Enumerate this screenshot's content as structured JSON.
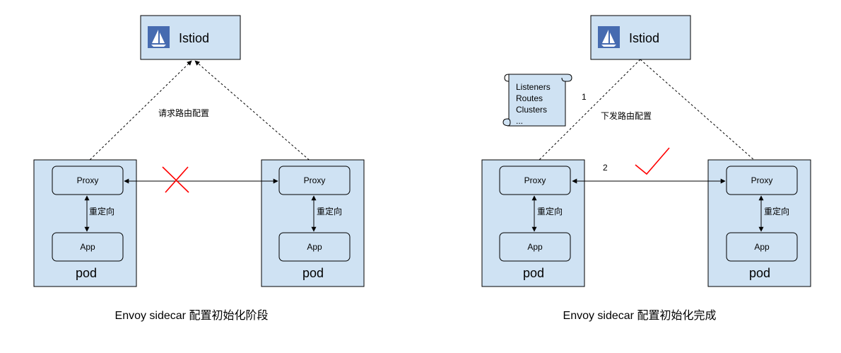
{
  "left": {
    "istiod_label": "Istiod",
    "request_label": "请求路由配置",
    "pod_a": {
      "proxy": "Proxy",
      "app": "App",
      "pod": "pod",
      "redirect": "重定向"
    },
    "pod_b": {
      "proxy": "Proxy",
      "app": "App",
      "pod": "pod",
      "redirect": "重定向"
    },
    "caption": "Envoy sidecar 配置初始化阶段"
  },
  "right": {
    "istiod_label": "Istiod",
    "scroll_lines": [
      "Listeners",
      "Routes",
      "Clusters",
      "..."
    ],
    "step1": "1",
    "deliver_label": "下发路由配置",
    "step2": "2",
    "pod_a": {
      "proxy": "Proxy",
      "app": "App",
      "pod": "pod",
      "redirect": "重定向"
    },
    "pod_b": {
      "proxy": "Proxy",
      "app": "App",
      "pod": "pod",
      "redirect": "重定向"
    },
    "caption": "Envoy sidecar 配置初始化完成"
  },
  "icons": {
    "istiod": "sailboat-icon",
    "fail": "cross-icon",
    "success": "check-icon"
  },
  "colors": {
    "box_fill": "#cfe2f3",
    "icon_bg": "#466bb0",
    "fail": "#ff0000",
    "success": "#ff0000"
  }
}
